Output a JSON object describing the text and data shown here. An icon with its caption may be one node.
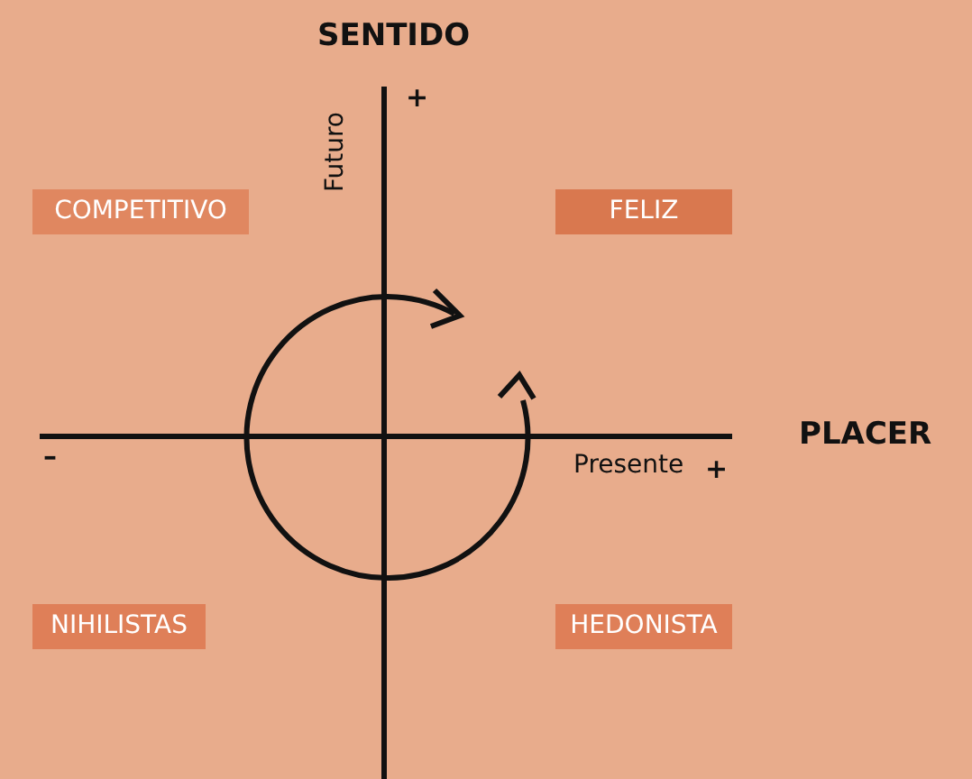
{
  "diagram": {
    "nodes": [
      {
        "text": [
          "COMPETITIVO"
        ]
      },
      {
        "text": [
          "FELIZ"
        ]
      },
      {
        "text": [
          "NIHILISTAS"
        ]
      },
      {
        "text": [
          "HEDONISTA"
        ]
      }
    ],
    "labels": [
      "SENTIDO",
      "Futuro",
      "+",
      "PLACER",
      "–",
      "Presente",
      "+"
    ]
  }
}
